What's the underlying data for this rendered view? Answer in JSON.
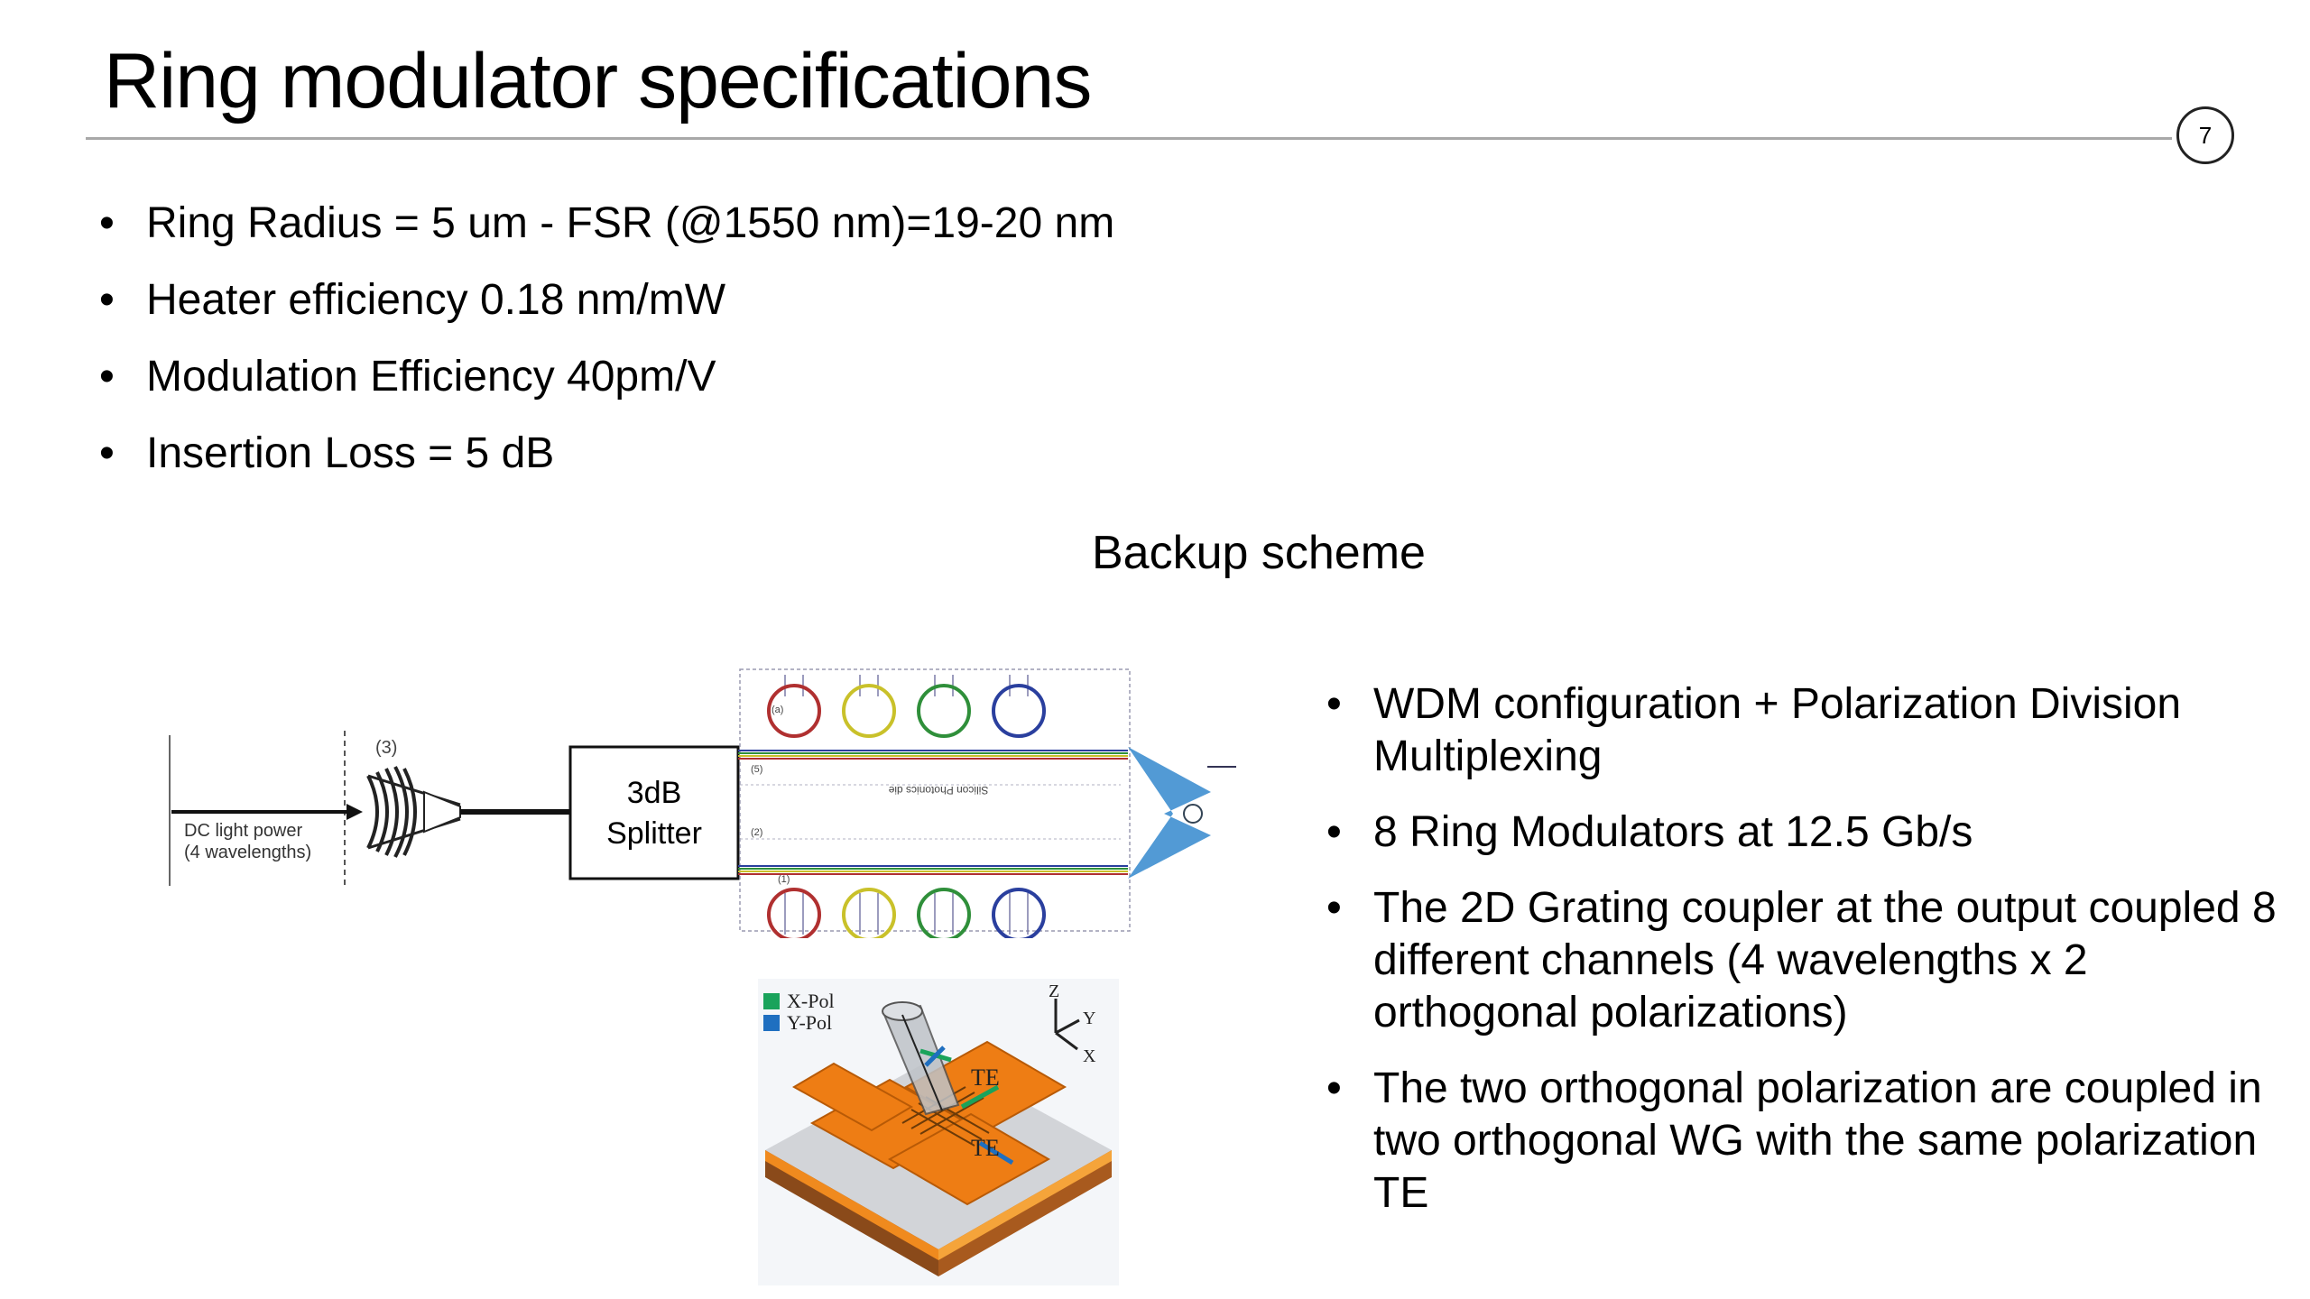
{
  "slide": {
    "title": "Ring modulator specifications",
    "page_number": "7",
    "bullets_top": [
      "Ring Radius = 5 um - FSR (@1550 nm)=19-20 nm",
      "Heater efficiency 0.18 nm/mW",
      "Modulation Efficiency 40pm/V",
      "Insertion Loss = 5 dB"
    ],
    "backup_heading": "Backup scheme",
    "bullets_right": [
      "WDM configuration + Polarization Division Multiplexing",
      "8 Ring Modulators at 12.5 Gb/s",
      "The 2D Grating coupler at the output coupled 8 different channels (4 wavelengths x 2 orthogonal polarizations)",
      "The two orthogonal polarization are coupled in two orthogonal WG with the same polarization TE"
    ]
  },
  "diagram": {
    "input_label_line1": "DC light power",
    "input_label_line2": "(4 wavelengths)",
    "coupler_marker": "(3)",
    "splitter_line1": "3dB",
    "splitter_line2": "Splitter",
    "waveguide_label": "Silicon Photonics die",
    "marker_1": "(1)",
    "marker_2": "(2)",
    "marker_5": "(5)",
    "marker_a": "(a)",
    "ring_colors_top": [
      "#b03030",
      "#c9c12a",
      "#2f8f3a",
      "#2a3f9e"
    ],
    "ring_colors_bottom": [
      "#b03030",
      "#c9c12a",
      "#2f8f3a",
      "#2a3f9e"
    ],
    "output_color": "#3f8fd0"
  },
  "grating": {
    "legend_x": "X-Pol",
    "legend_y": "Y-Pol",
    "legend_x_color": "#1aa35b",
    "legend_y_color": "#1f6fc0",
    "te_label_1": "TE",
    "te_label_2": "TE",
    "axis_z": "Z",
    "axis_y": "Y",
    "axis_x": "X"
  }
}
